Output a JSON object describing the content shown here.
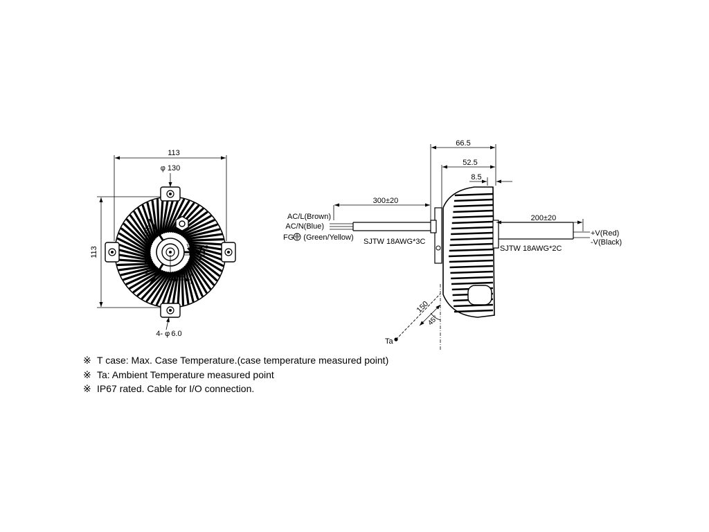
{
  "front_view": {
    "width_dim": "113",
    "height_dim": "113",
    "outer_diameter": "130",
    "phi": "φ",
    "hole_count_prefix": "4-",
    "hole_diameter": "6.0",
    "thread_label": "M10*P1.5*18h",
    "tcase_label": "T case",
    "tcase_offset_x": "20",
    "tcase_offset_y": "3"
  },
  "side_view": {
    "dim_total": "66.5",
    "dim_body": "52.5",
    "dim_rim": "8.5",
    "input_cable_length": "300±20",
    "output_cable_length": "200±20",
    "input_cable_type": "SJTW 18AWG*3C",
    "output_cable_type": "SJTW 18AWG*2C",
    "ac_l": "AC/L(Brown)",
    "ac_n": "AC/N(Blue)",
    "fg_prefix": "FG",
    "fg_suffix": "(Green/Yellow)",
    "v_plus": "+V(Red)",
    "v_minus": "-V(Black)",
    "ta_distance": "150",
    "ta_angle": "45°",
    "ta_label": "Ta"
  },
  "notes": {
    "mark": "※",
    "items": [
      "T case: Max. Case Temperature.(case temperature measured point)",
      "Ta: Ambient Temperature measured point",
      "IP67 rated. Cable for I/O connection."
    ]
  }
}
